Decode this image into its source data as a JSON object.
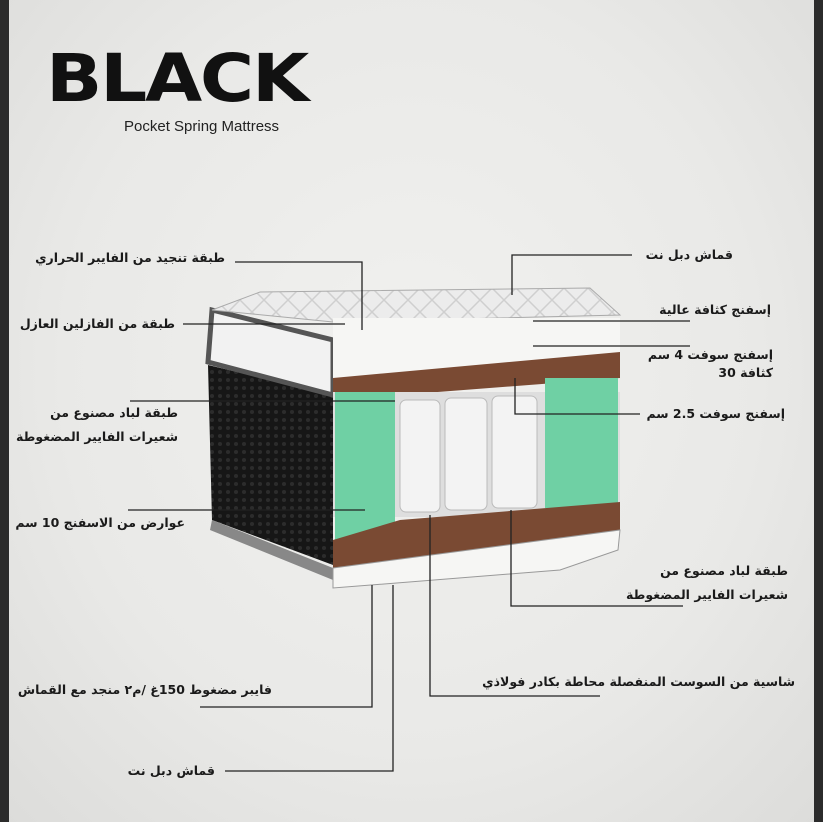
{
  "brand": {
    "logo": "BLACK",
    "tagline": "Pocket Spring Mattress"
  },
  "colors": {
    "brown": "#7a4a33",
    "green": "#6fd0a4",
    "black_side": "#1a1a1a",
    "foam": "#f4f4f2"
  },
  "labels_left": [
    {
      "id": "fiber-quilting",
      "lines": [
        "طبقة تنجيد من الفايبر الحراري"
      ]
    },
    {
      "id": "vaseline-layer",
      "lines": [
        "طبقة من الفازلين العازل"
      ]
    },
    {
      "id": "felt-top",
      "lines": [
        "طبقة لباد مصنوع من",
        "شعيرات الفايير المضغوطة"
      ]
    },
    {
      "id": "foam-bars",
      "lines": [
        "عوارض من الاسفنج 10 سم"
      ]
    },
    {
      "id": "compressed-fiber",
      "lines": [
        "فايبر مضغوط 150غ /م٢ منجد مع القماش"
      ]
    },
    {
      "id": "double-net-bottom",
      "lines": [
        "قماش دبل نت"
      ]
    }
  ],
  "labels_right": [
    {
      "id": "double-net-top",
      "lines": [
        "قماش دبل نت"
      ]
    },
    {
      "id": "high-density-foam",
      "lines": [
        "إسفنج كثافة عالية"
      ]
    },
    {
      "id": "soft-foam-4",
      "lines": [
        "إسفنج سوفت 4  سم",
        "كثافة 30"
      ]
    },
    {
      "id": "soft-foam-2-5",
      "lines": [
        "إسفنج سوفت 2.5  سم"
      ]
    },
    {
      "id": "felt-bottom",
      "lines": [
        "طبقة لباد مصنوع من",
        "شعيرات الفايير المضغوطة"
      ]
    },
    {
      "id": "pocket-springs",
      "lines": [
        "شاسية من السوست المنفصلة محاطة بكادر فولاذي"
      ]
    }
  ]
}
